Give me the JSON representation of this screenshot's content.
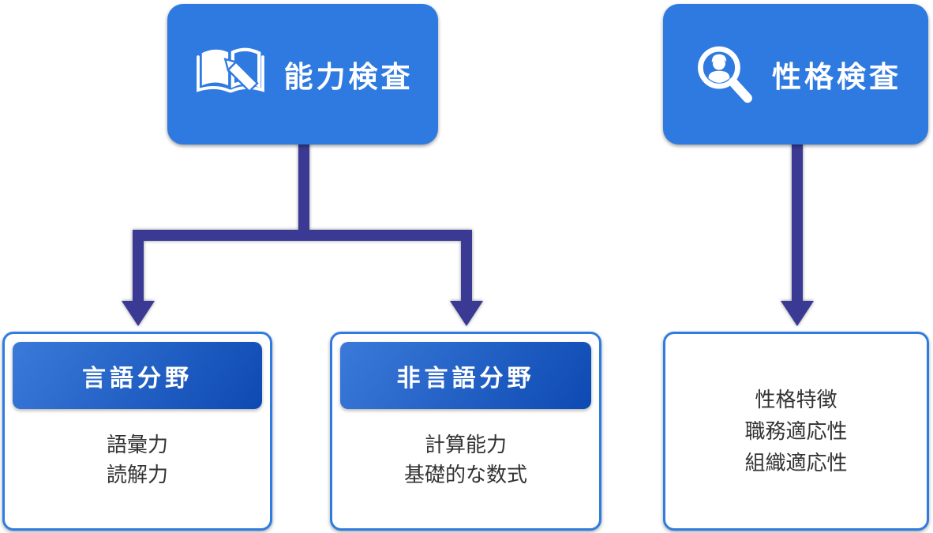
{
  "diagram": {
    "background": "#ffffff",
    "colors": {
      "top_node_blue": "#2f7ae0",
      "header_gradient_start": "#3b7ad9",
      "header_gradient_end": "#0d49b2",
      "arrow_indigo": "#3a3a94",
      "box_border_blue": "#2f7ce0",
      "body_text": "#333333",
      "title_text": "#ffffff"
    },
    "top_nodes": [
      {
        "id": "ability",
        "title": "能力検査",
        "icon": "book-pencil-icon"
      },
      {
        "id": "personality",
        "title": "性格検査",
        "icon": "magnifier-person-icon"
      }
    ],
    "bottom_nodes": [
      {
        "id": "verbal",
        "header": "言語分野",
        "items": [
          "語彙力",
          "読解力"
        ]
      },
      {
        "id": "nonverbal",
        "header": "非言語分野",
        "items": [
          "計算能力",
          "基礎的な数式"
        ]
      },
      {
        "id": "personality-detail",
        "header": "",
        "items": [
          "性格特徴",
          "職務適応性",
          "組織適応性"
        ]
      }
    ]
  }
}
